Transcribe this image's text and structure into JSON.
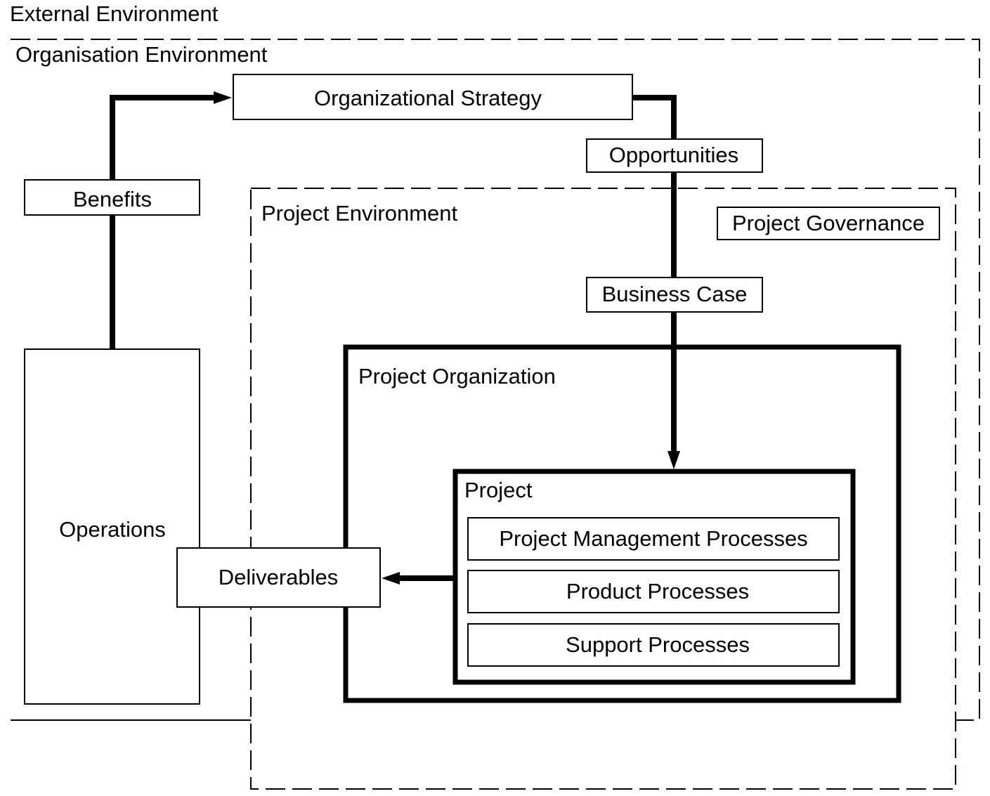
{
  "diagram": {
    "external_environment": "External Environment",
    "organisation_environment": "Organisation Environment",
    "organizational_strategy": "Organizational Strategy",
    "opportunities": "Opportunities",
    "benefits": "Benefits",
    "project_environment": "Project Environment",
    "project_governance": "Project Governance",
    "business_case": "Business Case",
    "project_organization": "Project Organization",
    "operations": "Operations",
    "project": "Project",
    "project_management_processes": "Project Management Processes",
    "product_processes": "Product Processes",
    "support_processes": "Support Processes",
    "deliverables": "Deliverables"
  }
}
